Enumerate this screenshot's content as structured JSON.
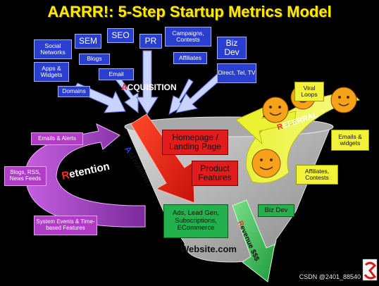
{
  "title": "AARRR!: 5-Step Startup Metrics Model",
  "stages": {
    "acquisition": {
      "first": "A",
      "rest": "CQUISITION"
    },
    "activation": {
      "first": "A",
      "rest": "ctivation"
    },
    "retention": {
      "first": "R",
      "rest": "etention"
    },
    "referral": {
      "first": "R",
      "rest": "EFERRAL"
    },
    "revenue": {
      "first": "R",
      "rest": "evenue $$$"
    }
  },
  "acquisition_channels": {
    "social_networks": "Social Networks",
    "sem": "SEM",
    "seo": "SEO",
    "pr": "PR",
    "campaigns": "Campaigns, Contests",
    "biz_dev": "Biz Dev",
    "apps_widgets": "Apps & Widgets",
    "blogs": "Blogs",
    "affiliates": "Affiliates",
    "email": "Email",
    "direct": "Direct, Tel, TV",
    "domains": "Domains"
  },
  "retention_channels": {
    "emails_alerts": "Emails & Alerts",
    "blogs_rss": "Blogs, RSS, News Feeds",
    "system_events": "System Events & Time-based Features"
  },
  "referral_channels": {
    "viral_loops": "Viral Loops",
    "emails_widgets": "Emails & widgets",
    "affiliates_contests": "Affiliates, Contests"
  },
  "activation_items": {
    "homepage": "Homepage / Landing Page",
    "product_features": "Product Features"
  },
  "revenue_items": {
    "ads": "Ads, Lead Gen, Subscriptions, ECommerce",
    "biz_dev": "Biz Dev"
  },
  "website": "Website.com",
  "watermark": "CSDN @2401_88540",
  "colors": {
    "title": "#ffe800",
    "acquisition_box": "#2a3fcf",
    "retention_box": "#b03cc8",
    "referral_box": "#f2f23a",
    "activation_box": "#e11c1c",
    "revenue_box": "#22b14c",
    "funnel": "#b8b8b8"
  }
}
